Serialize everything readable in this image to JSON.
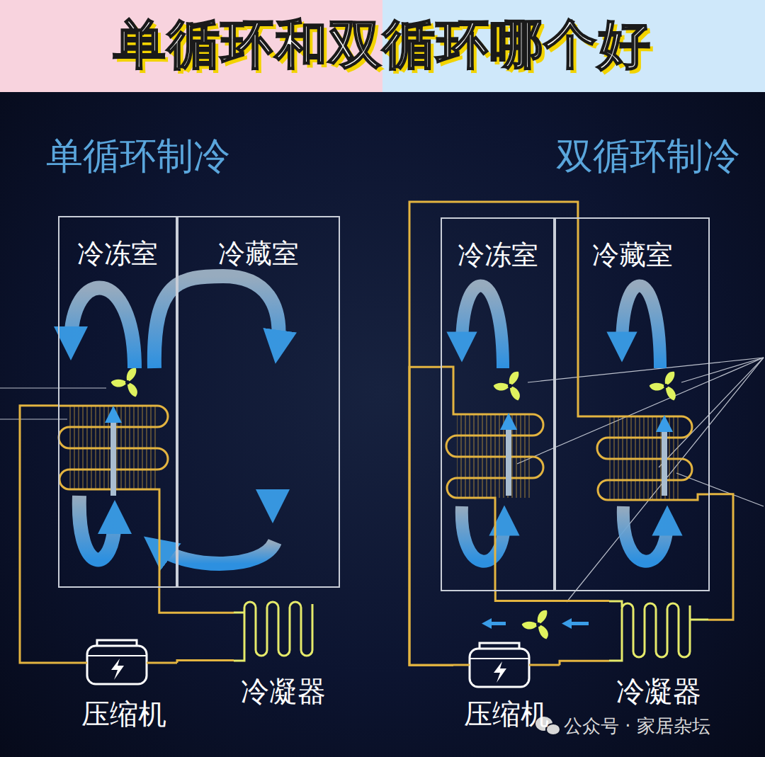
{
  "diagram": {
    "title": "单循环和双循环哪个好",
    "nodes": [
      {
        "text": [
          "冷冻室"
        ]
      },
      {
        "text": [
          "冷藏室"
        ]
      },
      {
        "text": [
          "压缩机"
        ]
      },
      {
        "text": [
          "冷凝器"
        ]
      },
      {
        "text": [
          "冷冻室"
        ]
      },
      {
        "text": [
          "冷藏室"
        ]
      },
      {
        "text": [
          "压缩机"
        ]
      },
      {
        "text": [
          "冷凝器"
        ]
      }
    ],
    "edges": [
      {
        "from": 2,
        "to": 3,
        "arrow": "none"
      },
      {
        "from": 3,
        "to": 0,
        "arrow": "none"
      },
      {
        "from": 0,
        "to": 2,
        "arrow": "none"
      },
      {
        "from": 6,
        "to": 7,
        "arrow": "none"
      },
      {
        "from": 7,
        "to": 4,
        "arrow": "none"
      },
      {
        "from": 7,
        "to": 5,
        "arrow": "none"
      },
      {
        "from": 4,
        "to": 6,
        "arrow": "none"
      },
      {
        "from": 5,
        "to": 6,
        "arrow": "none"
      }
    ],
    "labels": [
      "单循环制冷",
      "双循环制冷",
      "公众号 · 家居杂坛"
    ]
  }
}
